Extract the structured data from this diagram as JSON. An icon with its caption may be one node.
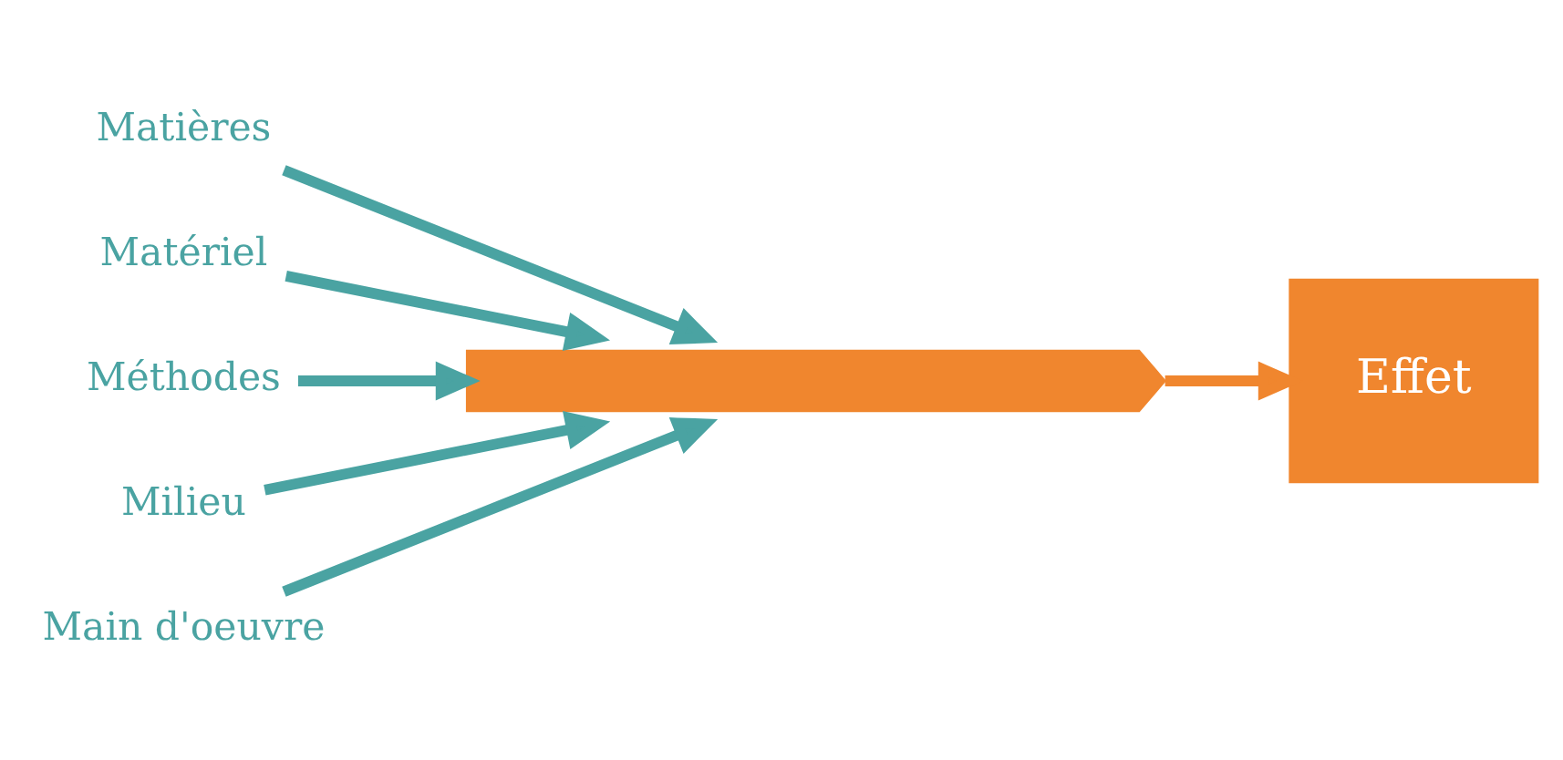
{
  "diagram": {
    "nodes": [
      {
        "text": [
          "Matières"
        ]
      },
      {
        "text": [
          "Matériel"
        ]
      },
      {
        "text": [],
        "shape": "bar"
      },
      {
        "text": [
          "Effet"
        ]
      },
      {
        "text": [
          "Méthodes"
        ]
      },
      {
        "text": [
          "Milieu"
        ]
      },
      {
        "text": [
          "Main d'oeuvre"
        ]
      }
    ],
    "edges": [
      {
        "from": 0,
        "to": 2,
        "arrow": "to"
      },
      {
        "from": 1,
        "to": 2,
        "arrow": "to"
      },
      {
        "from": 4,
        "to": 2,
        "arrow": "to"
      },
      {
        "from": 5,
        "to": 2,
        "arrow": "to"
      },
      {
        "from": 6,
        "to": 2,
        "arrow": "to"
      },
      {
        "from": 2,
        "to": 3,
        "arrow": "to",
        "color": "#f0862e"
      }
    ]
  }
}
